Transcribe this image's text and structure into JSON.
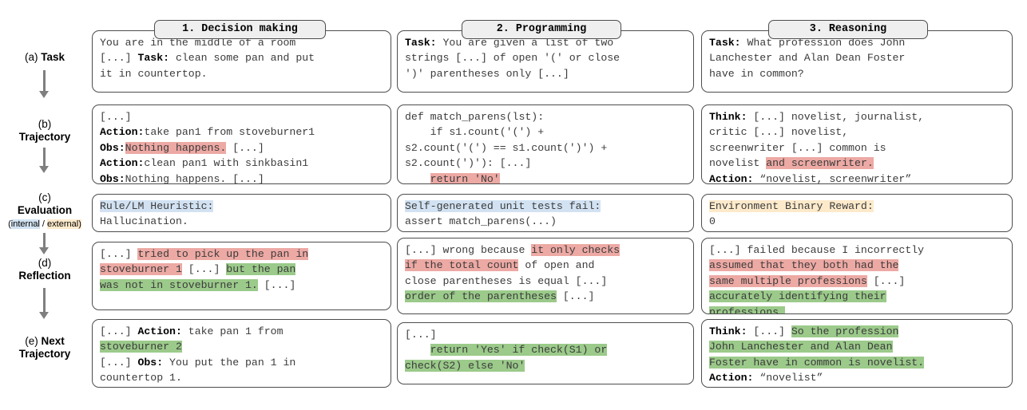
{
  "columns": [
    {
      "id": "decision-making",
      "label": "1. Decision making"
    },
    {
      "id": "programming",
      "label": "2. Programming"
    },
    {
      "id": "reasoning",
      "label": "3. Reasoning"
    }
  ],
  "rows": [
    {
      "id": "task",
      "index": "(a)",
      "name": "Task"
    },
    {
      "id": "trajectory",
      "index": "(b)",
      "name": "Trajectory"
    },
    {
      "id": "evaluation",
      "index": "(c)",
      "name": "Evaluation",
      "sub_prefix": "(",
      "sub_internal": "internal",
      "sub_sep": " / ",
      "sub_external": "external",
      "sub_suffix": ")"
    },
    {
      "id": "reflection",
      "index": "(d)",
      "name": "Reflection"
    },
    {
      "id": "next-trajectory",
      "index": "(e)",
      "name": "Next Trajectory"
    }
  ],
  "cells": {
    "task": {
      "decision_making": "You are in the middle of a room\n[...] Task: clean some pan and put\nit in countertop.",
      "programming": "Task: You are given a list of two\nstrings [...] of open '(' or close\n')' parentheses only [...]",
      "reasoning": "Task: What profession does John\nLanchester and Alan Dean Foster\nhave in common?"
    },
    "trajectory": {
      "decision_making": "[...]\nAction:take pan1 from stoveburner1\nObs:Nothing happens. [...]\nAction:clean pan1 with sinkbasin1\nObs:Nothing happens. [...]",
      "programming": "def match_parens(lst):\n    if s1.count('(') +\ns2.count('(') == s1.count(')') +\ns2.count(')'): [...]\n    return 'No'",
      "reasoning": "Think: [...] novelist, journalist,\ncritic [...] novelist,\nscreenwriter [...] common is\nnovelist and screenwriter.\nAction: “novelist, screenwriter”"
    },
    "evaluation": {
      "decision_making_head": "Rule/LM Heuristic:",
      "decision_making_body": "Hallucination.",
      "programming_head": "Self-generated unit tests fail:",
      "programming_body": "assert match_parens(...)",
      "reasoning_head": "Environment Binary Reward:",
      "reasoning_body": "0"
    },
    "reflection": {
      "decision_making": "[...] tried to pick up the pan in\nstoveburner 1 [...] but the pan\nwas not in stoveburner 1. [...]",
      "programming": "[...] wrong because it only checks\nif the total count of open and\nclose parentheses is equal [...]\norder of the parentheses [...]",
      "reasoning": "[...] failed because I incorrectly\nassumed that they both had the\nsame multiple professions [...]\naccurately identifying their\nprofessions."
    },
    "next_trajectory": {
      "decision_making": "[...] Action: take pan 1 from\nstoveburner 2\n[...] Obs: You put the pan 1 in\ncountertop 1.",
      "programming": "[...]\n    return 'Yes' if check(S1) or\ncheck(S2) else 'No'",
      "reasoning": "Think: [...] So the profession\nJohn Lanchester and Alan Dean\nFoster have in common is novelist.\nAction: “novelist”"
    }
  },
  "colors": {
    "highlight_red": "#eda9a4",
    "highlight_green": "#9bca8a",
    "highlight_blue": "#d2e2f2",
    "highlight_peach": "#fdeacb",
    "box_border": "#4d4d4d",
    "arrow": "#7f7f7f",
    "header_fill": "#efefef"
  }
}
